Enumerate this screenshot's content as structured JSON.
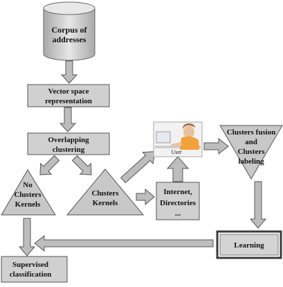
{
  "nodes": {
    "corpus": [
      "Corpus of",
      "addresses"
    ],
    "vector": [
      "Vector space",
      "representation"
    ],
    "overlap": [
      "Overlapping",
      "clustering"
    ],
    "no_clusters": [
      "No",
      "Clusters",
      "Kernels"
    ],
    "clusters": [
      "Clusters",
      "Kernels"
    ],
    "internet": [
      "Internet,",
      "Directories",
      "..."
    ],
    "user": "User",
    "fusion": [
      "Clusters fusion",
      "and",
      "Clusters",
      "labeling"
    ],
    "learning": "Learning",
    "supervised": [
      "Supervised",
      "classification"
    ]
  },
  "colors": {
    "box_fill": "#d0d0d0",
    "shape_fill": "#c8c8c8",
    "arrow_fill": "#bdbdbd",
    "stroke": "#555555",
    "cylinder_fill": "#cfcfcf",
    "learning_border": "#3a3a3a"
  },
  "icons": {
    "user": "person-at-computer-photo"
  }
}
